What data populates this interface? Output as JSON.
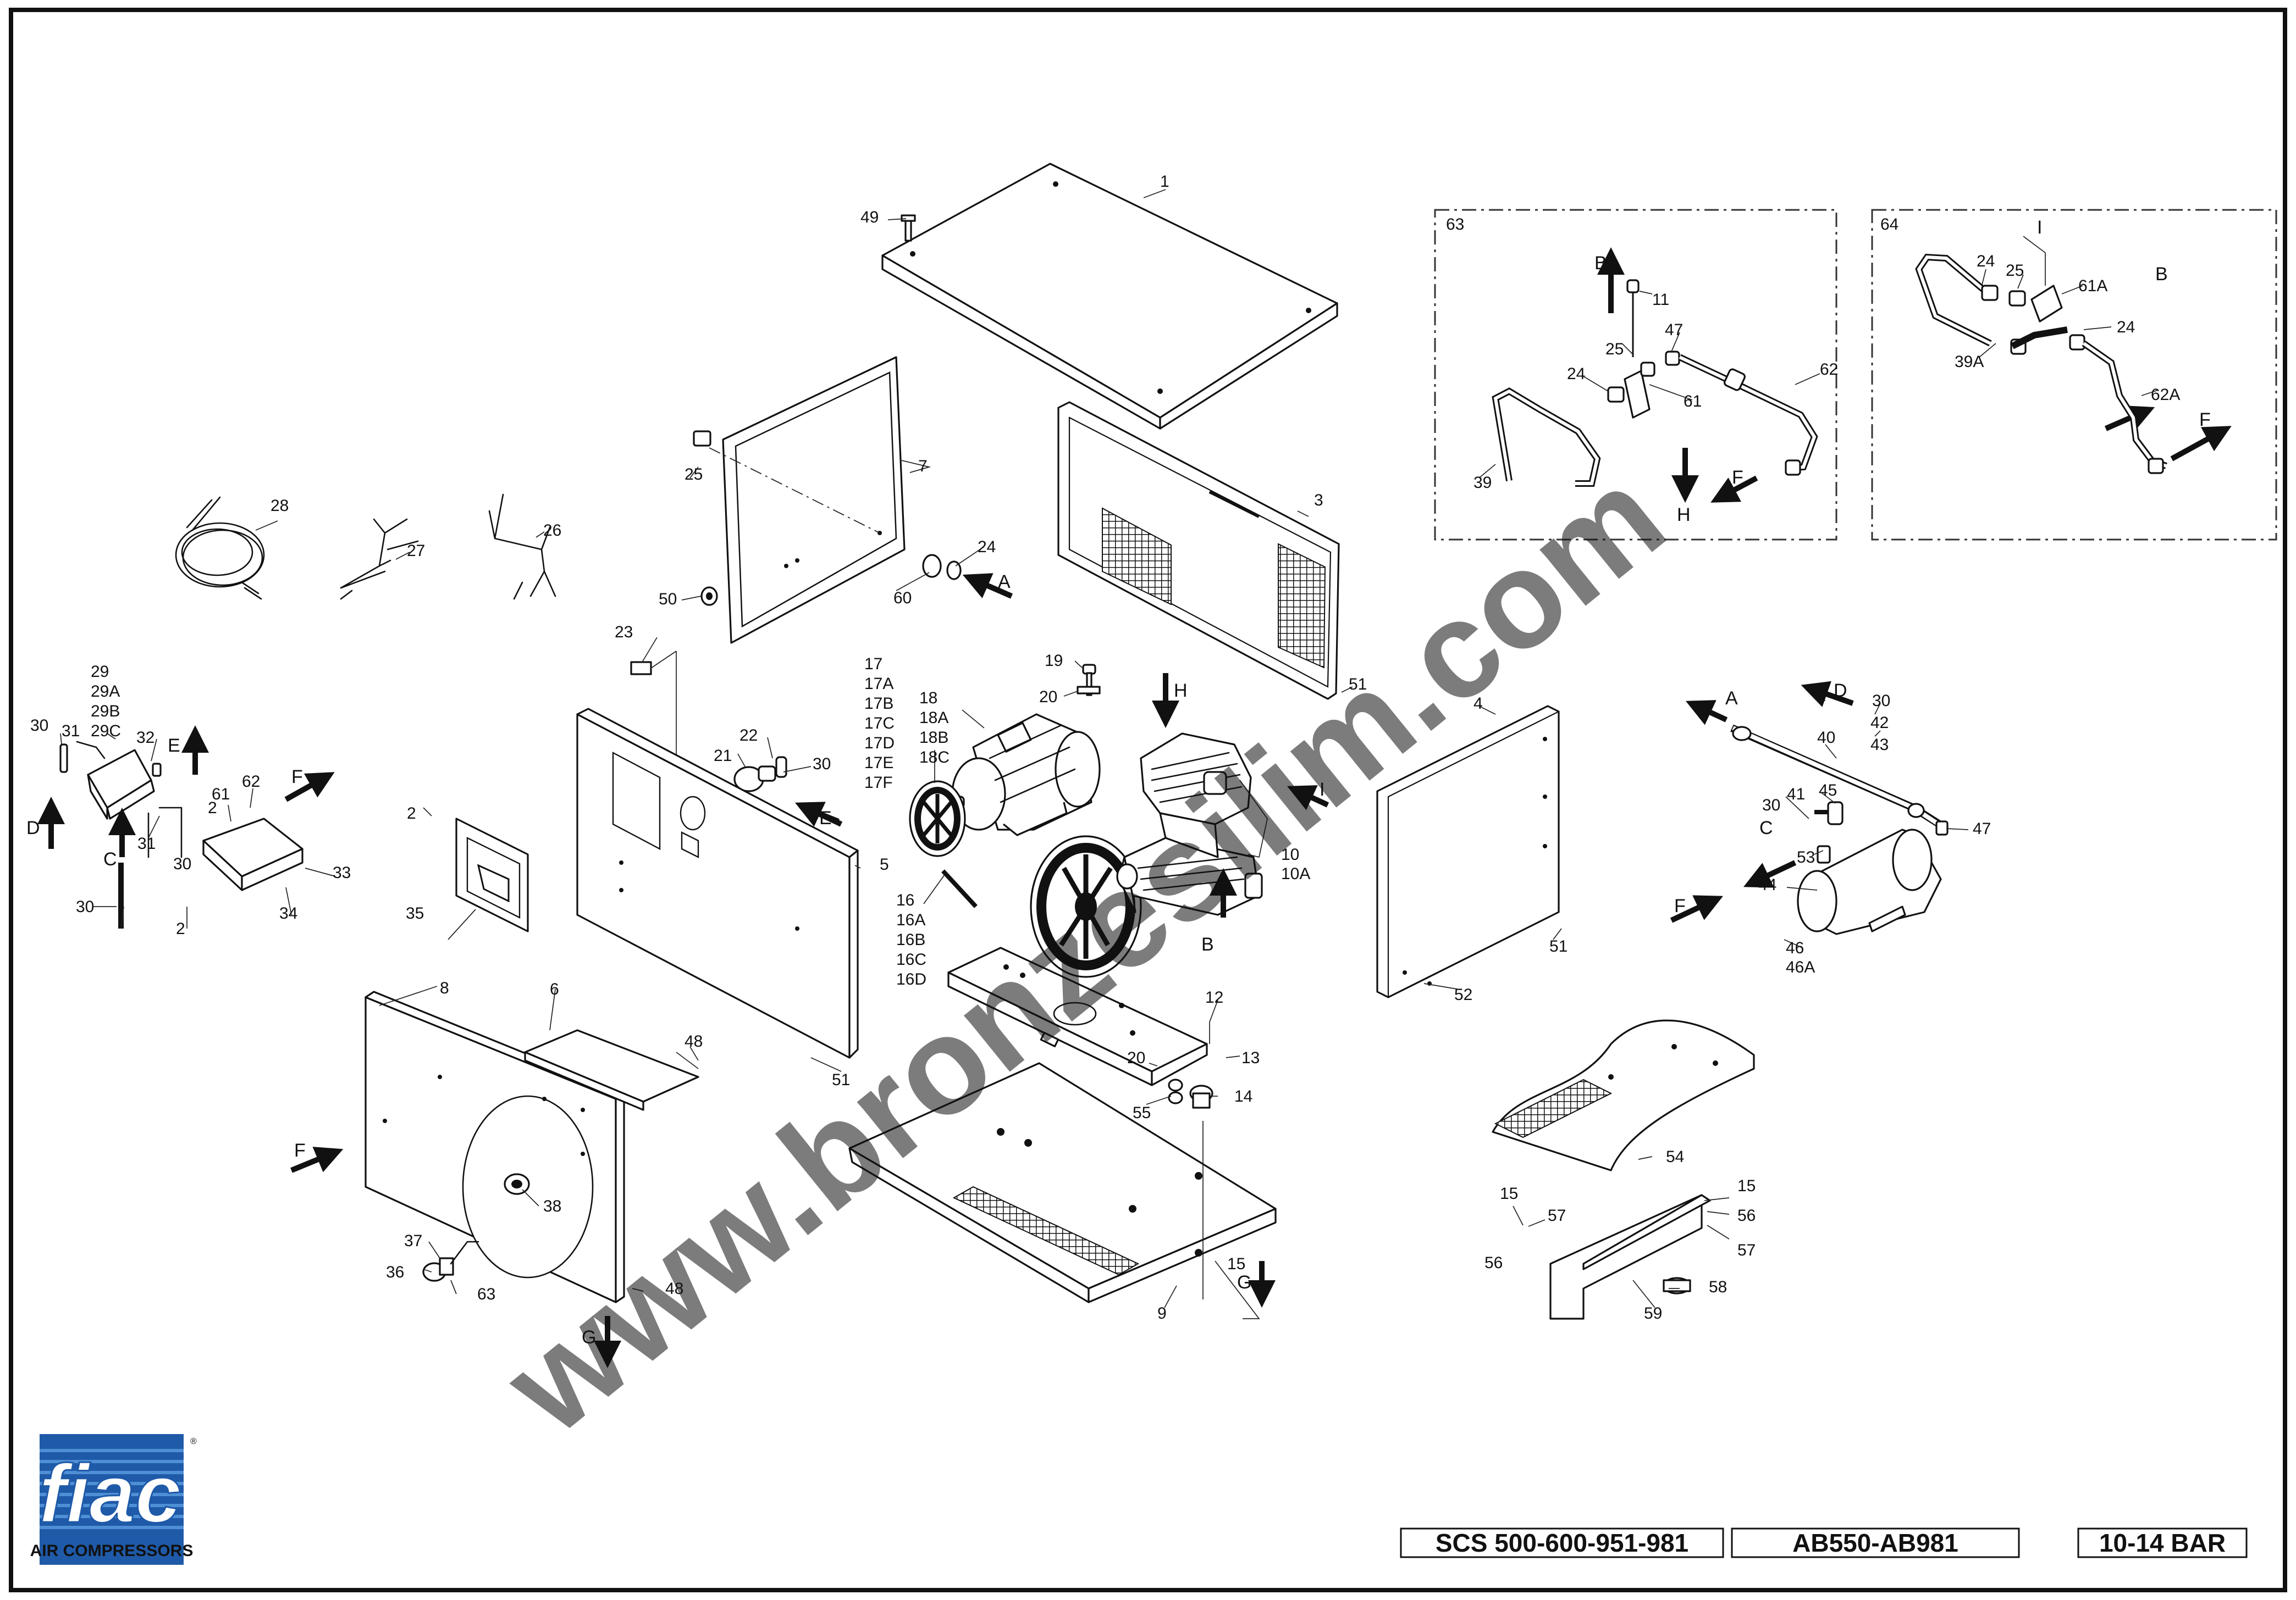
{
  "title_block": {
    "model": "SCS 500-600-951-981",
    "code": "AB550-AB981",
    "pressure": "10-14 BAR"
  },
  "logo": {
    "brand": "fiac",
    "tagline": "AIR COMPRESSORS",
    "registered": "®",
    "colors": {
      "blue": "#1f5aa8",
      "light_blue": "#4f8fd6"
    }
  },
  "watermark": {
    "text": "www.bronzesilim.com"
  },
  "insets": {
    "inset_63": "63",
    "inset_64": "64"
  },
  "callouts": {
    "p1": "1",
    "p2a": "2",
    "p2b": "2",
    "p2c": "2",
    "p3": "3",
    "p4": "4",
    "p5": "5",
    "p6": "6",
    "p7": "7",
    "p8": "8",
    "p9": "9",
    "p10": "10",
    "p10a": "10A",
    "p11": "11",
    "p12": "12",
    "p13": "13",
    "p14": "14",
    "p15a": "15",
    "p15b": "15",
    "p15c": "15",
    "p16": "16",
    "p16a": "16A",
    "p16b": "16B",
    "p16c": "16C",
    "p16d": "16D",
    "p17": "17",
    "p17a": "17A",
    "p17b": "17B",
    "p17c": "17C",
    "p17d": "17D",
    "p17e": "17E",
    "p17f": "17F",
    "p18": "18",
    "p18a": "18A",
    "p18b": "18B",
    "p18c": "18C",
    "p19": "19",
    "p20a": "20",
    "p20b": "20",
    "p21": "21",
    "p22": "22",
    "p23": "23",
    "p24a": "24",
    "p24b": "24",
    "p24c": "24",
    "p24d": "24",
    "p25a": "25",
    "p25b": "25",
    "p25c": "25",
    "p26": "26",
    "p27": "27",
    "p28": "28",
    "p29": "29",
    "p29a": "29A",
    "p29b": "29B",
    "p29c": "29C",
    "p30a": "30",
    "p30b": "30",
    "p30c": "30",
    "p30d": "30",
    "p30e": "30",
    "p30f": "30",
    "p31a": "31",
    "p31b": "31",
    "p32": "32",
    "p33": "33",
    "p34": "34",
    "p35": "35",
    "p36": "36",
    "p37": "37",
    "p38": "38",
    "p39": "39",
    "p39a": "39A",
    "p40": "40",
    "p41": "41",
    "p42": "42",
    "p43": "43",
    "p44": "44",
    "p45": "45",
    "p46": "46",
    "p46a": "46A",
    "p47a": "47",
    "p47b": "47",
    "p48a": "48",
    "p48b": "48",
    "p49": "49",
    "p50": "50",
    "p51a": "51",
    "p51b": "51",
    "p51c": "51",
    "p52": "52",
    "p53": "53",
    "p54": "54",
    "p55": "55",
    "p56a": "56",
    "p56b": "56",
    "p57a": "57",
    "p57b": "57",
    "p58": "58",
    "p59": "59",
    "p60": "60",
    "p61a": "61",
    "p61b": "61",
    "p61c": "61A",
    "p62a": "62",
    "p62b": "62",
    "p62c": "62A",
    "p63": "63"
  },
  "arrows": {
    "a_pipe": "A",
    "a_panel": "A",
    "b_inset63": "B",
    "b_inset64": "B",
    "b_pump": "B",
    "c_left": "C",
    "c_right": "C",
    "d_left": "D",
    "d_right": "D",
    "e_left": "E",
    "e_mid": "E",
    "f_left": "F",
    "f_inset63": "F",
    "f_inset64": "F",
    "f_plate": "F",
    "f_tank": "F",
    "g_plate": "G",
    "g_base": "G",
    "h_inset63": "H",
    "h_pump": "H",
    "i_inset64": "I",
    "i_pump": "I"
  }
}
